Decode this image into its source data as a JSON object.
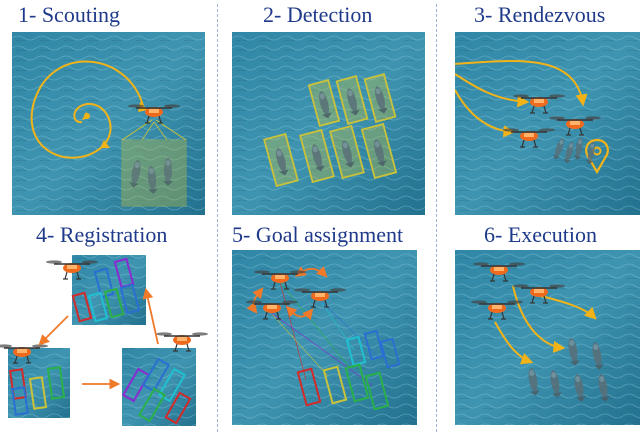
{
  "panels": [
    {
      "title": "1- Scouting"
    },
    {
      "title": "2- Detection"
    },
    {
      "title": "3- Rendezvous"
    },
    {
      "title": "4- Registration"
    },
    {
      "title": "5- Goal assignment"
    },
    {
      "title": "6- Execution"
    }
  ],
  "colors": {
    "title": "#1f3a8a",
    "sea": "#3f8eaa",
    "sea_dark": "#236b86",
    "drone": "#f06a1d",
    "path": "#f2b318",
    "detect_box": "#c9c23a",
    "arrow_reg": "#f07a2a",
    "box_palette": [
      "#d12a2a",
      "#2a6fd1",
      "#2ab04a",
      "#8a2ad1",
      "#c9c23a",
      "#20c0d0"
    ]
  },
  "icons": [
    "drone-icon",
    "whale-icon",
    "location-pin-icon"
  ]
}
